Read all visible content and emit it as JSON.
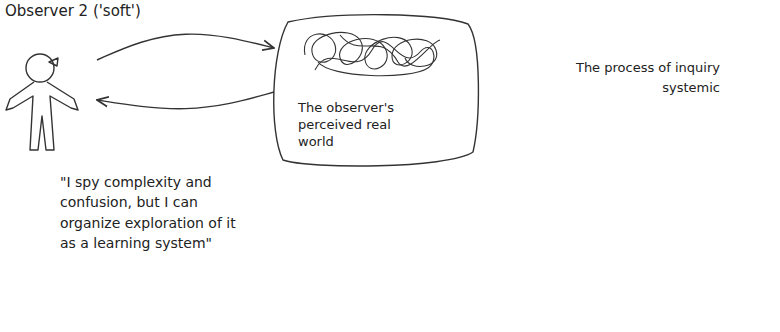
{
  "diagram": {
    "nodes": [
      {
        "text": [
          "Observer 2 ('soft')"
        ]
      },
      {
        "text": [
          "The observer's perceived real world"
        ]
      }
    ],
    "edges": [
      {
        "from": 0,
        "to": 1,
        "arrow": "to"
      },
      {
        "from": 1,
        "to": 0,
        "arrow": "to"
      }
    ],
    "labels": [
      "\"I spy complexity and confusion, but I can organize exploration of it as a learning system\"",
      "The process of inquiry systemic"
    ]
  }
}
